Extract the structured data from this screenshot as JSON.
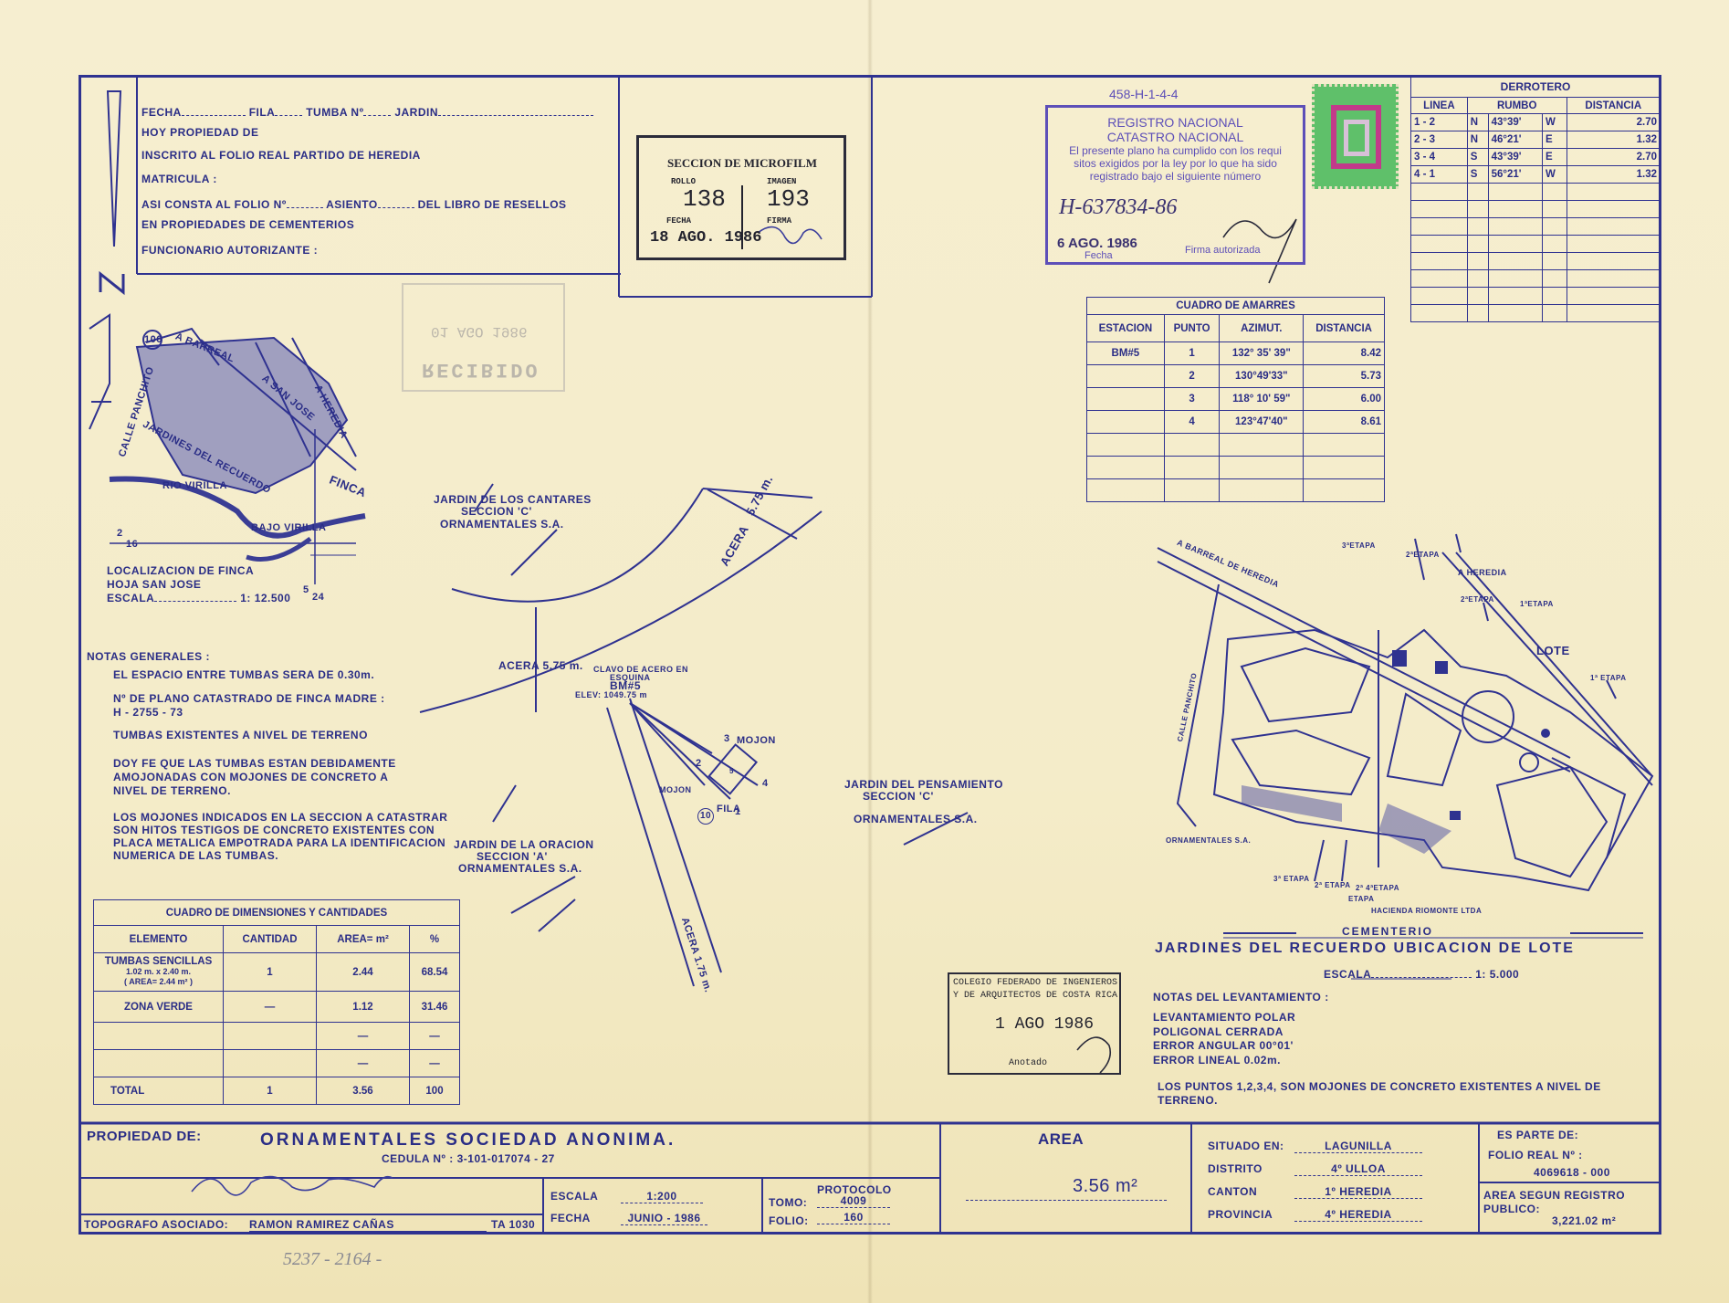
{
  "header_form": {
    "fecha": "FECHA",
    "fila": "FILA",
    "tumba": "TUMBA Nº",
    "jardin": "JARDIN",
    "hoy_propiedad": "HOY PROPIEDAD DE",
    "inscrito": "INSCRITO AL FOLIO REAL PARTIDO DE HEREDIA",
    "matricula": "MATRICULA :",
    "asi_consta": "ASI CONSTA AL FOLIO Nº",
    "asiento": "ASIENTO",
    "libro": "DEL LIBRO DE RESELLOS",
    "propiedades": "EN PROPIEDADES DE CEMENTERIOS",
    "funcionario": "FUNCIONARIO AUTORIZANTE :"
  },
  "microfilm_stamp": {
    "title": "SECCION DE MICROFILM",
    "rollo_label": "ROLLO",
    "imagen_label": "IMAGEN",
    "rollo": "138",
    "imagen": "193",
    "fecha_label": "FECHA",
    "firma_label": "FIRMA",
    "fecha": "18 AGO. 1986"
  },
  "recibido_stamp": {
    "text": "RECIBIDO",
    "date": "01 AGO 1986"
  },
  "registro": {
    "code": "458-H-1-4-4",
    "title1": "REGISTRO NACIONAL",
    "title2": "CATASTRO NACIONAL",
    "line1": "El presente plano ha cumplido con los requi",
    "line2": "sitos exigidos por la ley por lo que ha sido",
    "line3": "registrado bajo el siguiente número",
    "number": "H-637834-86",
    "date": "6 AGO. 1986",
    "fecha_label": "Fecha",
    "firma_label": "Firma autorizada"
  },
  "derrotero": {
    "title": "DERROTERO",
    "headers": [
      "LINEA",
      "RUMBO",
      "DISTANCIA"
    ],
    "rows": [
      [
        "1 - 2",
        "N",
        "43°39'",
        "W",
        "2.70"
      ],
      [
        "2 - 3",
        "N",
        "46°21'",
        "E",
        "1.32"
      ],
      [
        "3 - 4",
        "S",
        "43°39'",
        "E",
        "2.70"
      ],
      [
        "4 - 1",
        "S",
        "56°21'",
        "W",
        "1.32"
      ]
    ]
  },
  "amarres": {
    "title": "CUADRO DE AMARRES",
    "headers": [
      "ESTACION",
      "PUNTO",
      "AZIMUT.",
      "DISTANCIA"
    ],
    "rows": [
      [
        "BM#5",
        "1",
        "132° 35' 39\"",
        "8.42"
      ],
      [
        "",
        "2",
        "130°49'33\"",
        "5.73"
      ],
      [
        "",
        "3",
        "118° 10' 59\"",
        "6.00"
      ],
      [
        "",
        "4",
        "123°47'40\"",
        "8.61"
      ]
    ]
  },
  "location_map": {
    "barreal": "A BARREAL",
    "san_jose": "A SAN JOSE",
    "heredia": "A HEREDIA",
    "calle": "CALLE PANCHITO",
    "jardines": "JARDINES DEL RECUERDO",
    "finca": "FINCA",
    "rio": "RIO VIRILLA",
    "bajo": "BAJO VIRILLA",
    "route": "106",
    "coord_left": "2",
    "coord_left2": "16",
    "coord_bottom": "5",
    "coord_bottom2": "24",
    "loc1": "LOCALIZACION DE FINCA",
    "loc2": "HOJA SAN JOSE",
    "escala_label": "ESCALA",
    "escala": "1: 12.500"
  },
  "notas": {
    "title": "NOTAS GENERALES :",
    "n1": "EL ESPACIO ENTRE TUMBAS SERA DE 0.30m.",
    "n2a": "Nº DE PLANO CATASTRADO DE FINCA MADRE :",
    "n2b": "H - 2755 - 73",
    "n3": "TUMBAS EXISTENTES A NIVEL DE TERRENO",
    "n4a": "DOY FE QUE LAS TUMBAS ESTAN DEBIDAMENTE",
    "n4b": "AMOJONADAS CON MOJONES DE CONCRETO A",
    "n4c": "NIVEL DE TERRENO.",
    "n5a": "LOS MOJONES INDICADOS EN LA SECCION A CATASTRAR",
    "n5b": "SON HITOS TESTIGOS DE CONCRETO EXISTENTES CON",
    "n5c": "PLACA METALICA EMPOTRADA PARA LA IDENTIFICACION",
    "n5d": "NUMERICA DE LAS TUMBAS."
  },
  "dimensiones": {
    "title": "CUADRO DE DIMENSIONES Y CANTIDADES",
    "headers": [
      "ELEMENTO",
      "CANTIDAD",
      "AREA= m²",
      "%"
    ],
    "row1": {
      "name": "TUMBAS SENCILLAS",
      "sub1": "1.02 m. x 2.40 m.",
      "sub2": "( AREA= 2.44 m² )",
      "cantidad": "1",
      "area": "2.44",
      "pct": "68.54"
    },
    "row2": {
      "name": "ZONA VERDE",
      "cantidad": "—",
      "area": "1.12",
      "pct": "31.46"
    },
    "dash": "—",
    "total": {
      "name": "TOTAL",
      "cantidad": "1",
      "area": "3.56",
      "pct": "100"
    }
  },
  "plan": {
    "cantares1": "JARDIN DE LOS CANTARES",
    "cantares2": "SECCION 'C'",
    "cantares3": "ORNAMENTALES S.A.",
    "acera_top": "ACERA",
    "acera_top_dim": "5.75 m.",
    "acera_left": "ACERA 5.75 m.",
    "clavo1": "CLAVO DE ACERO EN",
    "clavo2": "ESQUINA",
    "bm": "BM#5",
    "elev": "ELEV: 1049.75 m",
    "mojon": "MOJON",
    "mojon2": "MOJON",
    "fila": "FILA",
    "fila_num": "10",
    "p1": "1",
    "p2": "2",
    "p3": "3",
    "p4": "4",
    "tumba_num": "5",
    "pensamiento1": "JARDIN DEL PENSAMIENTO",
    "pensamiento2": "SECCION 'C'",
    "pensamiento3": "ORNAMENTALES S.A.",
    "oracion1": "JARDIN DE LA ORACION",
    "oracion2": "SECCION 'A'",
    "oracion3": "ORNAMENTALES S.A.",
    "acera_bottom": "ACERA 1.75 m."
  },
  "site_map": {
    "barreal": "A BARREAL DE HEREDIA",
    "heredia": "A HEREDIA",
    "etapa3": "3ªETAPA",
    "etapa2": "2ªETAPA",
    "etapa2b": "2ªETAPA",
    "etapa1": "1ªETAPA",
    "etapa1b": "1ª ETAPA",
    "lote": "LOTE",
    "calle": "CALLE PANCHITO",
    "ornamentales": "ORNAMENTALES S.A.",
    "etapa_b1": "3ª ETAPA",
    "etapa_b2": "2ª ETAPA",
    "etapa_b3": "2ª 4ªETAPA",
    "etapa_b4": "ETAPA",
    "hacienda": "HACIENDA RIOMONTE LTDA",
    "cementerio": "CEMENTERIO",
    "title": "JARDINES DEL RECUERDO UBICACION DE LOTE",
    "escala_label": "ESCALA",
    "escala": "1: 5.000"
  },
  "levantamiento": {
    "title": "NOTAS DEL LEVANTAMIENTO :",
    "l1": "LEVANTAMIENTO POLAR",
    "l2": "POLIGONAL CERRADA",
    "l3": "ERROR ANGULAR 00°01'",
    "l4": "ERROR LINEAL 0.02m.",
    "l5a": "LOS PUNTOS 1,2,3,4, SON MOJONES DE CONCRETO EXISTENTES A NIVEL DE",
    "l5b": "TERRENO."
  },
  "colegio_stamp": {
    "l1": "COLEGIO FEDERADO DE INGENIEROS",
    "l2": "Y DE ARQUITECTOS DE COSTA RICA",
    "date": "1 AGO 1986",
    "anotado": "Anotado"
  },
  "title_block": {
    "propiedad_label": "PROPIEDAD DE:",
    "propietario": "ORNAMENTALES SOCIEDAD ANONIMA.",
    "cedula": "CEDULA Nº : 3-101-017074 - 27",
    "area_label": "AREA",
    "area": "3.56 m²",
    "situado_label": "SITUADO EN:",
    "situado": "LAGUNILLA",
    "distrito_label": "DISTRITO",
    "distrito": "4º ULLOA",
    "canton_label": "CANTON",
    "canton": "1º HEREDIA",
    "provincia_label": "PROVINCIA",
    "provincia": "4º HEREDIA",
    "parte_label": "ES PARTE DE:",
    "folio_label": "FOLIO REAL Nº :",
    "folio": "4069618 - 000",
    "area_reg_label": "AREA SEGUN REGISTRO",
    "publico_label": "PUBLICO:",
    "area_reg": "3,221.02 m²",
    "escala_label": "ESCALA",
    "escala": "1:200",
    "fecha_label": "FECHA",
    "fecha": "JUNIO - 1986",
    "protocolo_label": "PROTOCOLO",
    "tomo_label": "TOMO:",
    "tomo": "4009",
    "folio2_label": "FOLIO:",
    "folio2": "160",
    "topografo_label": "TOPOGRAFO ASOCIADO:",
    "topografo": "RAMON RAMIREZ CAÑAS",
    "ta": "TA 1030"
  },
  "bottom_note": "5237 - 2164 -",
  "colors": {
    "ink": "#2f3290",
    "paper": "#f4ecc9",
    "stamp_violet": "#5d4fb8"
  }
}
